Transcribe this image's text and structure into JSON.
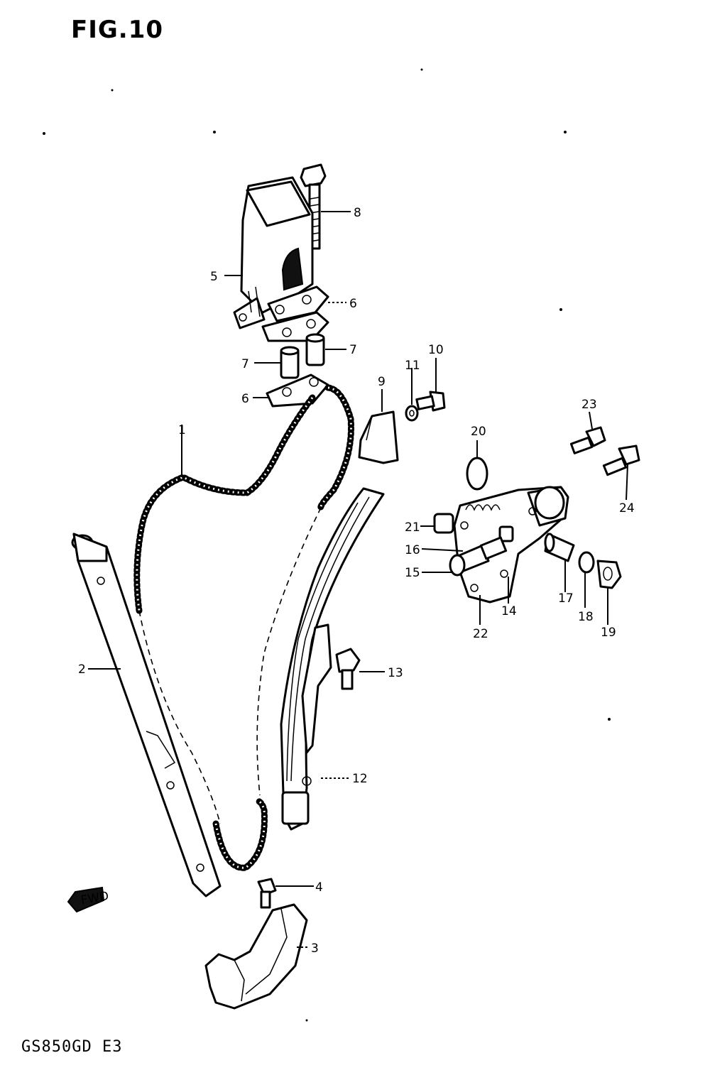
{
  "figure": {
    "title": "FIG.10",
    "model_code": "GS850GD E3",
    "fwd_label": "FWD"
  },
  "callouts": [
    {
      "id": "c1",
      "label": "1"
    },
    {
      "id": "c2",
      "label": "2"
    },
    {
      "id": "c3",
      "label": "3"
    },
    {
      "id": "c4",
      "label": "4"
    },
    {
      "id": "c5",
      "label": "5"
    },
    {
      "id": "c6a",
      "label": "6"
    },
    {
      "id": "c6b",
      "label": "6"
    },
    {
      "id": "c7a",
      "label": "7"
    },
    {
      "id": "c7b",
      "label": "7"
    },
    {
      "id": "c8",
      "label": "8"
    },
    {
      "id": "c9",
      "label": "9"
    },
    {
      "id": "c10",
      "label": "10"
    },
    {
      "id": "c11",
      "label": "11"
    },
    {
      "id": "c12",
      "label": "12"
    },
    {
      "id": "c13",
      "label": "13"
    },
    {
      "id": "c14",
      "label": "14"
    },
    {
      "id": "c15",
      "label": "15"
    },
    {
      "id": "c16",
      "label": "16"
    },
    {
      "id": "c17",
      "label": "17"
    },
    {
      "id": "c18",
      "label": "18"
    },
    {
      "id": "c19",
      "label": "19"
    },
    {
      "id": "c20",
      "label": "20"
    },
    {
      "id": "c21",
      "label": "21"
    },
    {
      "id": "c22",
      "label": "22"
    },
    {
      "id": "c23",
      "label": "23"
    },
    {
      "id": "c24",
      "label": "24"
    }
  ]
}
